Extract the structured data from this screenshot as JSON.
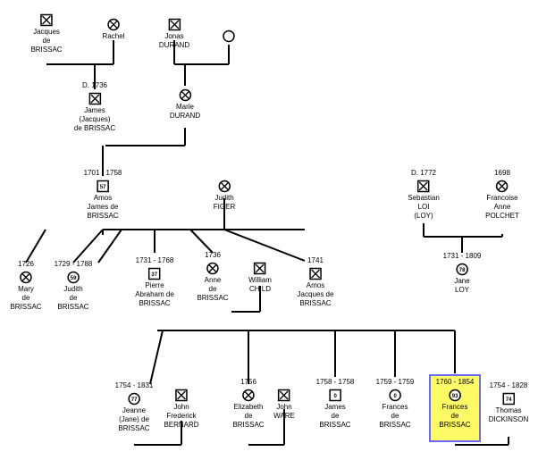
{
  "people": {
    "jacques_sr": {
      "years": "",
      "name": [
        "Jacques",
        "de",
        "BRISSAC"
      ],
      "sex": "male",
      "deceased": true
    },
    "rachel": {
      "years": "",
      "name": [
        "Rachel"
      ],
      "sex": "female",
      "deceased": true
    },
    "jonas": {
      "years": "",
      "name": [
        "Jonas",
        "DURAND"
      ],
      "sex": "male",
      "deceased": true
    },
    "unknown_w": {
      "years": "",
      "name": [],
      "sex": "female",
      "deceased": false
    },
    "james": {
      "years": "D. 1736",
      "name": [
        "James",
        "(Jacques)",
        "de BRISSAC"
      ],
      "sex": "male",
      "deceased": true
    },
    "marie": {
      "years": "",
      "name": [
        "Marie",
        "DURAND"
      ],
      "sex": "female",
      "deceased": true
    },
    "amos_sr": {
      "years": "1701 - 1758",
      "name": [
        "Amos",
        "James de",
        "BRISSAC"
      ],
      "sex": "male",
      "deceased": true,
      "age": "57"
    },
    "judith_f": {
      "years": "",
      "name": [
        "Judith",
        "FIGER"
      ],
      "sex": "female",
      "deceased": true
    },
    "sebastian": {
      "years": "D. 1772",
      "name": [
        "Sebastian",
        "LOI",
        "(LOY)"
      ],
      "sex": "male",
      "deceased": true
    },
    "francoise": {
      "years": "1698",
      "name": [
        "Francoise",
        "Anne",
        "POLCHET"
      ],
      "sex": "female",
      "deceased": true
    },
    "mary": {
      "years": "1726",
      "name": [
        "Mary",
        "de",
        "BRISSAC"
      ],
      "sex": "female",
      "deceased": true
    },
    "judith_b": {
      "years": "1729 - 1788",
      "name": [
        "Judith",
        "de",
        "BRISSAC"
      ],
      "sex": "female",
      "deceased": true,
      "age": "59"
    },
    "pierre": {
      "years": "1731 - 1768",
      "name": [
        "Pierre",
        "Abraham de",
        "BRISSAC"
      ],
      "sex": "male",
      "deceased": true,
      "age": "37"
    },
    "anne": {
      "years": "1736",
      "name": [
        "Anne",
        "de",
        "BRISSAC"
      ],
      "sex": "female",
      "deceased": true
    },
    "william": {
      "years": "",
      "name": [
        "William",
        "CHILD"
      ],
      "sex": "male",
      "deceased": true
    },
    "amos_jr": {
      "years": "1741",
      "name": [
        "Amos",
        "Jacques de",
        "BRISSAC"
      ],
      "sex": "male",
      "deceased": true
    },
    "jane": {
      "years": "1731 - 1809",
      "name": [
        "Jane",
        "LOY"
      ],
      "sex": "female",
      "deceased": true,
      "age": "78"
    },
    "jeanne": {
      "years": "1754 - 1831",
      "name": [
        "Jeanne",
        "(Jane) de",
        "BRISSAC"
      ],
      "sex": "female",
      "deceased": true,
      "age": "77"
    },
    "john_b": {
      "years": "",
      "name": [
        "John",
        "Frederick",
        "BERNARD"
      ],
      "sex": "male",
      "deceased": true
    },
    "elizabeth": {
      "years": "1756",
      "name": [
        "Elizabeth",
        "de",
        "BRISSAC"
      ],
      "sex": "female",
      "deceased": true
    },
    "john_w": {
      "years": "",
      "name": [
        "John",
        "WARE"
      ],
      "sex": "male",
      "deceased": true
    },
    "james_b": {
      "years": "1758 - 1758",
      "name": [
        "James",
        "de",
        "BRISSAC"
      ],
      "sex": "male",
      "deceased": true,
      "age": "0"
    },
    "frances_1759": {
      "years": "1759 - 1759",
      "name": [
        "Frances",
        "de",
        "BRISSAC"
      ],
      "sex": "female",
      "deceased": true,
      "age": "0"
    },
    "frances_1760": {
      "years": "1760 - 1854",
      "name": [
        "Frances",
        "de",
        "BRISSAC"
      ],
      "sex": "female",
      "deceased": true,
      "age": "93",
      "selected": true
    },
    "thomas": {
      "years": "1754 - 1828",
      "name": [
        "Thomas",
        "DICKINSON"
      ],
      "sex": "male",
      "deceased": true,
      "age": "74"
    }
  },
  "colors": {
    "line": "#000000",
    "selected_fill": "#fffb66",
    "selected_border": "#6a6aff"
  }
}
